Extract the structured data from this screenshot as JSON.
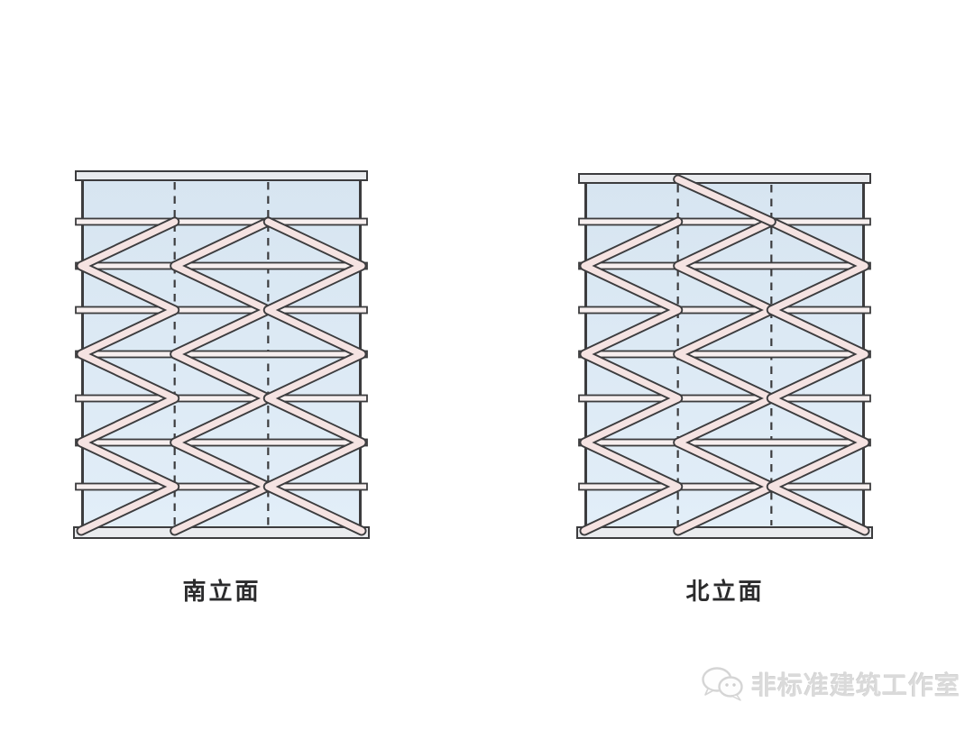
{
  "page": {
    "background": "#ffffff"
  },
  "figure": {
    "type": "building-elevation-diagram",
    "colors": {
      "glass_top": "#d7e5f1",
      "glass_bottom": "#e2eef8",
      "member_fill": "#f5e3e2",
      "outline": "#3c3c3e",
      "band_fill": "#f7efef",
      "cap_fill": "#e9ebee",
      "dash_line": "#3c3c3e",
      "label_color": "#2b2b2c"
    },
    "elevations": [
      {
        "id": "south-elevation",
        "label": "南立面",
        "bays": 3,
        "floor_lines": 7,
        "bracing": "left-bay zigzag chevrons + double-bay stacked diamonds",
        "top_story_diagonal": false
      },
      {
        "id": "north-elevation",
        "label": "北立面",
        "bays": 3,
        "floor_lines": 7,
        "bracing": "left-bay zigzag chevrons + double-bay stacked diamonds",
        "top_story_diagonal": true
      }
    ]
  },
  "watermark": {
    "text": "非标准建筑工作室",
    "icon": "chat-bubbles-icon",
    "color": "#dadada"
  }
}
